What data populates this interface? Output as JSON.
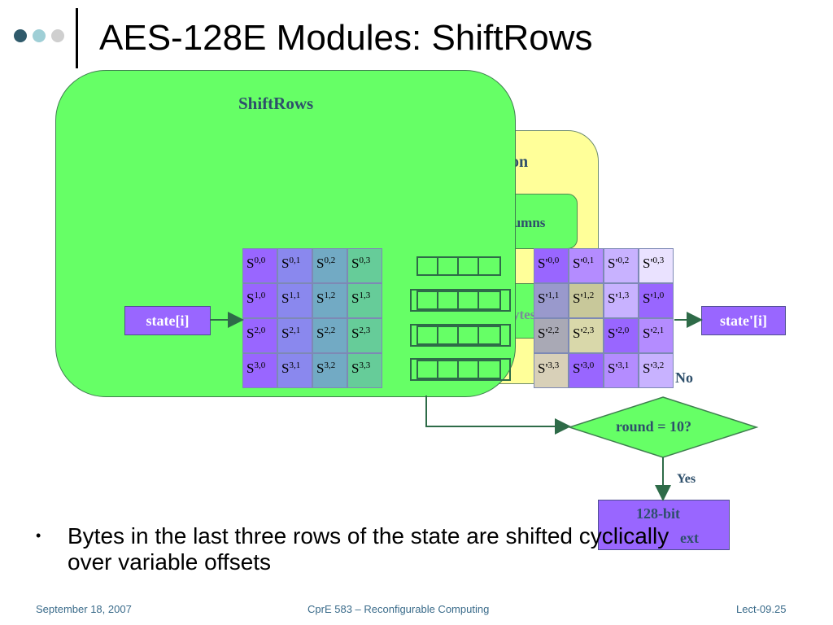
{
  "slide": {
    "title": "AES-128E Modules: ShiftRows",
    "bullet": "Bytes in the last three rows of the state are shifted cyclically over variable offsets"
  },
  "footer": {
    "date": "September 18, 2007",
    "course": "CprE 583 – Reconfigurable Computing",
    "lecture": "Lect-09.25"
  },
  "diagram": {
    "shiftrows_label": "ShiftRows",
    "behind_round_text": "on",
    "behind_mixcolumns_text": "lumns",
    "behind_subbytes_text": "ytes",
    "input_label": "state[i]",
    "output_label": "state'[i]",
    "decision_label": "round = 10?",
    "no_label": "No",
    "yes_label": "Yes",
    "output_box_line1": "128-bit",
    "output_box_line2": "ext",
    "state_cells": [
      [
        "S",
        "0,0"
      ],
      [
        "S",
        "0,1"
      ],
      [
        "S",
        "0,2"
      ],
      [
        "S",
        "0,3"
      ],
      [
        "S",
        "1,0"
      ],
      [
        "S",
        "1,1"
      ],
      [
        "S",
        "1,2"
      ],
      [
        "S",
        "1,3"
      ],
      [
        "S",
        "2,0"
      ],
      [
        "S",
        "2,1"
      ],
      [
        "S",
        "2,2"
      ],
      [
        "S",
        "2,3"
      ],
      [
        "S",
        "3,0"
      ],
      [
        "S",
        "3,1"
      ],
      [
        "S",
        "3,2"
      ],
      [
        "S",
        "3,3"
      ]
    ],
    "shifted_cells": [
      [
        "S'",
        "0,0"
      ],
      [
        "S'",
        "0,1"
      ],
      [
        "S'",
        "0,2"
      ],
      [
        "S'",
        "0,3"
      ],
      [
        "S'",
        "1,1"
      ],
      [
        "S'",
        "1,2"
      ],
      [
        "S'",
        "1,3"
      ],
      [
        "S'",
        "1,0"
      ],
      [
        "S'",
        "2,2"
      ],
      [
        "S'",
        "2,3"
      ],
      [
        "S'",
        "2,0"
      ],
      [
        "S'",
        "2,1"
      ],
      [
        "S'",
        "3,3"
      ],
      [
        "S'",
        "3,0"
      ],
      [
        "S'",
        "3,1"
      ],
      [
        "S'",
        "3,2"
      ]
    ],
    "colors": {
      "green": "#66ff66",
      "yellow": "#ffff99",
      "purple": "#9966ff",
      "teal": "#66cc99",
      "arrow": "#2e6b48"
    }
  }
}
